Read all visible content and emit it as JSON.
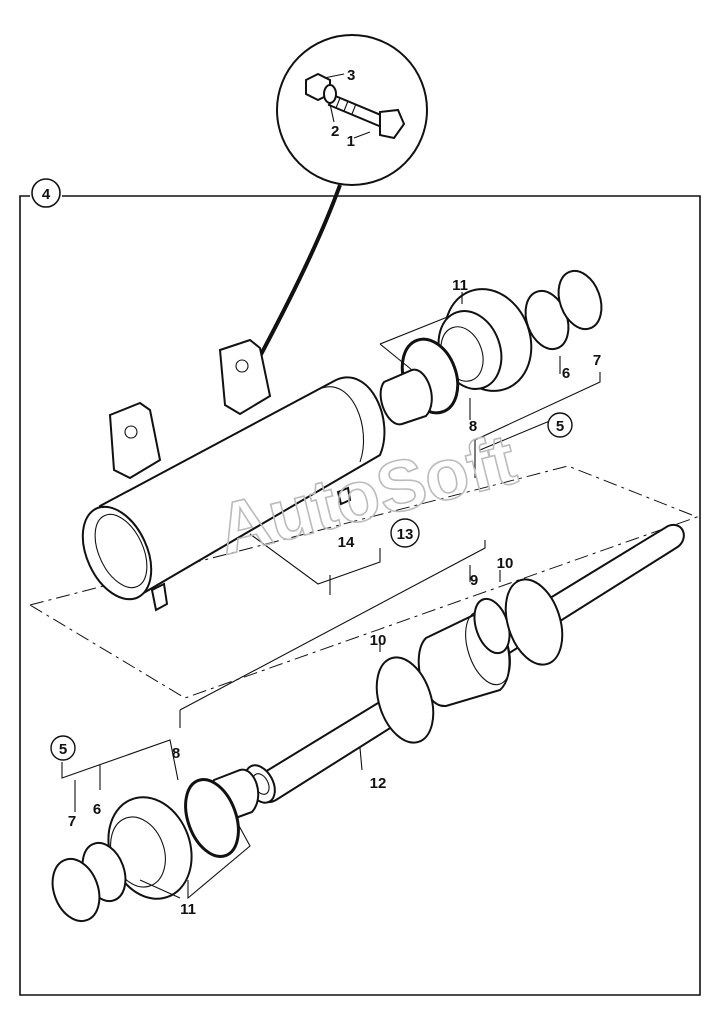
{
  "callouts": {
    "c1": "1",
    "c2": "2",
    "c3": "3",
    "c4": "4",
    "c5a": "5",
    "c5b": "5",
    "c6a": "6",
    "c6b": "6",
    "c7a": "7",
    "c7b": "7",
    "c8a": "8",
    "c8b": "8",
    "c9": "9",
    "c10a": "10",
    "c10b": "10",
    "c11a": "11",
    "c11b": "11",
    "c12": "12",
    "c13": "13",
    "c14": "14"
  },
  "watermark": "AutoSoft"
}
